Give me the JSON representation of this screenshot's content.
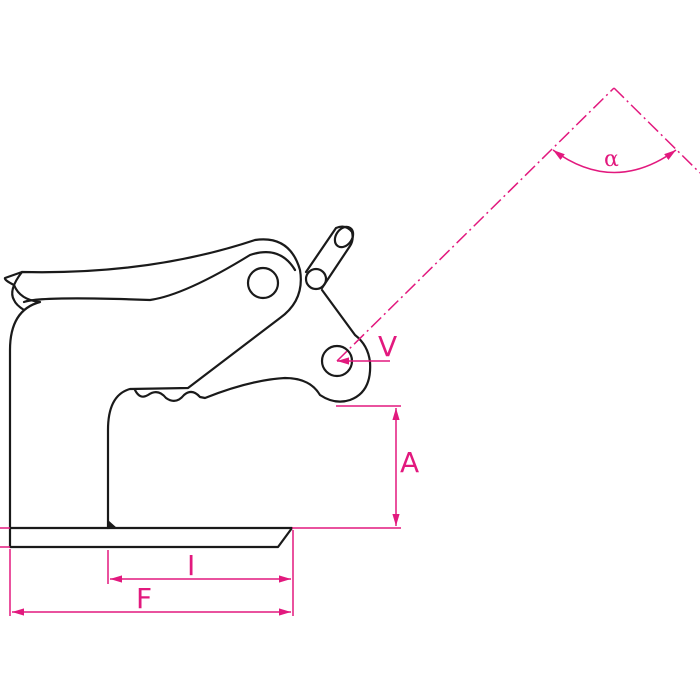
{
  "diagram": {
    "subject": "plate clamp technical drawing",
    "colors": {
      "outline": "#1a1a1a",
      "dimension": "#e2197e",
      "background": "#ffffff"
    },
    "labels": {
      "angle": "α",
      "v": "V",
      "a": "A",
      "i": "I",
      "f": "F"
    }
  }
}
